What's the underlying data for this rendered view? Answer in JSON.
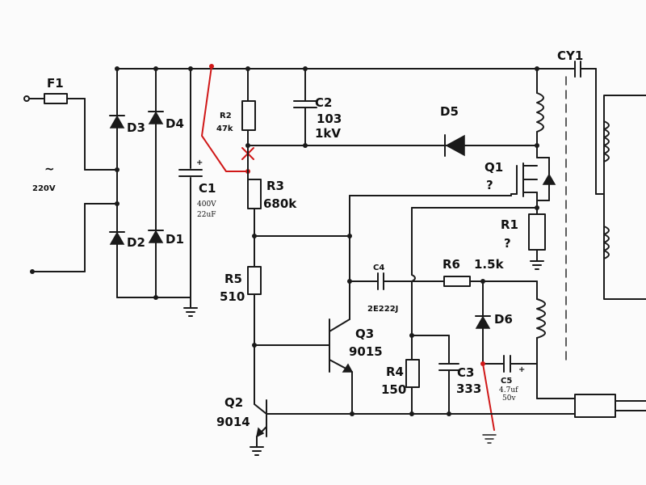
{
  "fuse": {
    "label": "F1"
  },
  "ac_input": {
    "symbol": "~",
    "voltage": "220V"
  },
  "bridge": {
    "d1": "D1",
    "d2": "D2",
    "d3": "D3",
    "d4": "D4"
  },
  "c1": {
    "name": "C1",
    "voltage": "400V",
    "capacitance": "22uF",
    "polarity": "+"
  },
  "r2": {
    "name": "R2",
    "value": "47k"
  },
  "c2": {
    "name": "C2",
    "value": "103",
    "voltage": "1kV"
  },
  "d5": {
    "name": "D5"
  },
  "q1": {
    "name": "Q1",
    "value": "?"
  },
  "r1": {
    "name": "R1",
    "value": "?"
  },
  "r3": {
    "name": "R3",
    "value": "680k"
  },
  "r5": {
    "name": "R5",
    "value": "510"
  },
  "c4": {
    "name": "C4",
    "value": "2E222J"
  },
  "r6": {
    "name": "R6",
    "value": "1.5k"
  },
  "d6": {
    "name": "D6"
  },
  "q3": {
    "name": "Q3",
    "value": "9015"
  },
  "r4": {
    "name": "R4",
    "value": "150"
  },
  "c3": {
    "name": "C3",
    "value": "333"
  },
  "c5": {
    "name": "C5",
    "value": "4.7uf",
    "voltage": "50v",
    "polarity": "+"
  },
  "q2": {
    "name": "Q2",
    "value": "9014"
  },
  "coupler": {
    "name": "CY1"
  }
}
